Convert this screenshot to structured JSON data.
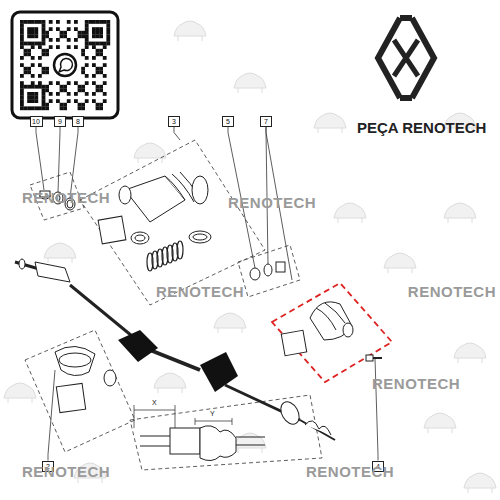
{
  "diagram": {
    "nodes": [
      {
        "text": [
          "10"
        ]
      },
      {
        "text": [
          "9"
        ]
      },
      {
        "text": [
          "8"
        ]
      },
      {
        "text": [
          "3"
        ]
      },
      {
        "text": [
          "5"
        ]
      },
      {
        "text": [
          "7"
        ]
      },
      {
        "text": [
          "2"
        ]
      },
      {
        "text": [
          "4"
        ]
      }
    ],
    "labels": [
      "PEÇA RENOTECH",
      "RENOTECH",
      "RENOTECH",
      "RENOTECH",
      "RENOTECH",
      "RENOTECH",
      "RENOTECH",
      "RENOTECH",
      "X",
      "Y"
    ]
  }
}
